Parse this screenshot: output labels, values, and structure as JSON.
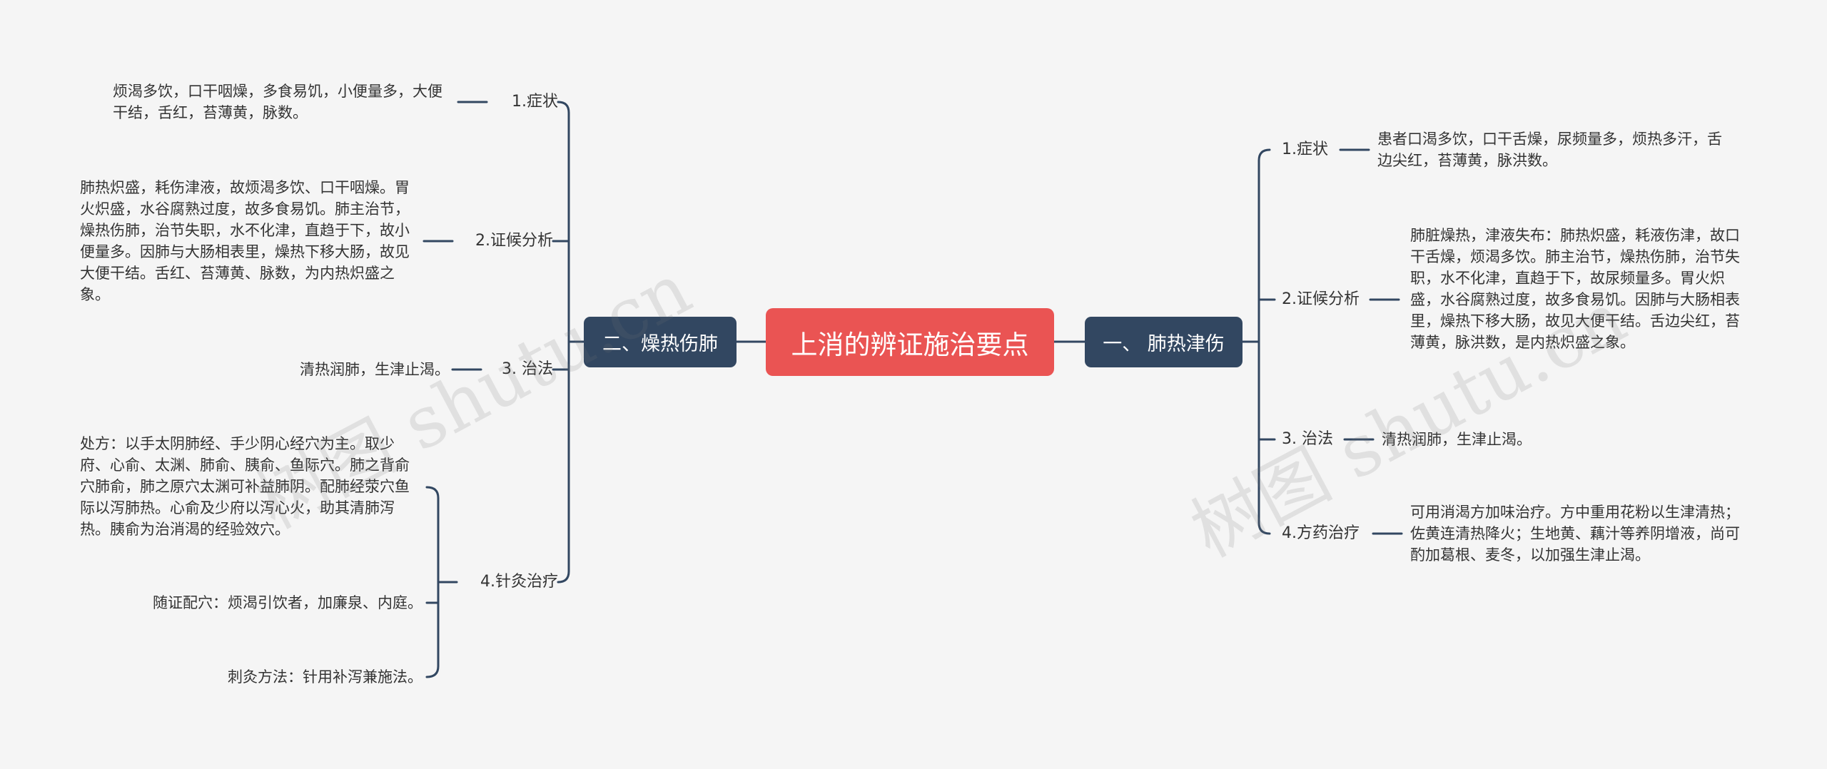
{
  "central": "上消的辨证施治要点",
  "left": {
    "title": "二、燥热伤肺",
    "s1": "1.症状",
    "s1_text": "烦渴多饮，口干咽燥，多食易饥，小便量多，大便干结，舌红，苔薄黄，脉数。",
    "s2": "2.证候分析",
    "s2_text": "肺热炽盛，耗伤津液，故烦渴多饮、口干咽燥。胃火炽盛，水谷腐熟过度，故多食易饥。肺主治节，燥热伤肺，治节失职，水不化津，直趋于下，故小便量多。因肺与大肠相表里，燥热下移大肠，故见大便干结。舌红、苔薄黄、脉数，为内热炽盛之象。",
    "s3": "3. 治法",
    "s3_text": "清热润肺，生津止渴。",
    "s4": "4.针灸治疗",
    "s4_a": "处方：以手太阴肺经、手少阴心经穴为主。取少府、心俞、太渊、肺俞、胰俞、鱼际穴。肺之背俞穴肺俞，肺之原穴太渊可补益肺阴。配肺经荥穴鱼际以泻肺热。心俞及少府以泻心火，助其清肺泻热。胰俞为治消渴的经验效穴。",
    "s4_b": "随证配穴：烦渴引饮者，加廉泉、内庭。",
    "s4_c": "刺灸方法：针用补泻兼施法。"
  },
  "right": {
    "title": "一、 肺热津伤",
    "s1": "1.症状",
    "s1_text": "患者口渴多饮，口干舌燥，尿频量多，烦热多汗，舌边尖红，苔薄黄，脉洪数。",
    "s2": "2.证候分析",
    "s2_text": "肺脏燥热，津液失布：肺热炽盛，耗液伤津，故口干舌燥，烦渴多饮。肺主治节，燥热伤肺，治节失职，水不化津，直趋于下，故尿频量多。胃火炽盛，水谷腐熟过度，故多食易饥。因肺与大肠相表里，燥热下移大肠，故见大便干结。舌边尖红，苔薄黄，脉洪数，是内热炽盛之象。",
    "s3": "3. 治法",
    "s3_text": "清热润肺，生津止渴。",
    "s4": "4.方药治疗",
    "s4_text": "可用消渴方加味治疗。方中重用花粉以生津清热；佐黄连清热降火；生地黄、藕汁等养阴增液，尚可酌加葛根、麦冬，以加强生津止渴。"
  },
  "watermark": "树图 shutu.cn",
  "colors": {
    "central": "#ea5453",
    "main": "#324761",
    "line": "#324761",
    "background": "#f5f5f5"
  }
}
